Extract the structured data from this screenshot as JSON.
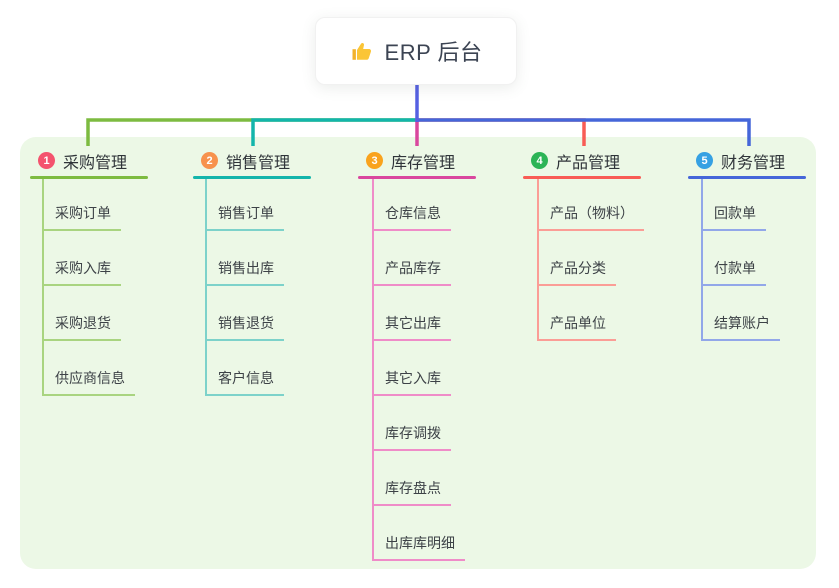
{
  "root": {
    "title": "ERP 后台",
    "icon": "thumbs-up-icon",
    "stem_color": "#5560E2"
  },
  "canvas": {
    "background": "#FFFFFF",
    "panel_color": "#ECF8E6"
  },
  "branches": [
    {
      "number": "1",
      "title": "采购管理",
      "badge_color": "#F4536E",
      "line_color": "#7DBB40",
      "sub_line_color": "#A9D480",
      "items": [
        "采购订单",
        "采购入库",
        "采购退货",
        "供应商信息"
      ]
    },
    {
      "number": "2",
      "title": "销售管理",
      "badge_color": "#F7924D",
      "line_color": "#13B5AB",
      "sub_line_color": "#7DD2CA",
      "items": [
        "销售订单",
        "销售出库",
        "销售退货",
        "客户信息"
      ]
    },
    {
      "number": "3",
      "title": "库存管理",
      "badge_color": "#F9A31D",
      "line_color": "#D9479E",
      "sub_line_color": "#EF8CC8",
      "items": [
        "仓库信息",
        "产品库存",
        "其它出库",
        "其它入库",
        "库存调拨",
        "库存盘点",
        "出库库明细"
      ]
    },
    {
      "number": "4",
      "title": "产品管理",
      "badge_color": "#2CB456",
      "line_color": "#F85C55",
      "sub_line_color": "#FB9D96",
      "items": [
        "产品（物料）",
        "产品分类",
        "产品单位"
      ]
    },
    {
      "number": "5",
      "title": "财务管理",
      "badge_color": "#36A1E3",
      "line_color": "#4566D9",
      "sub_line_color": "#92A7E9",
      "items": [
        "回款单",
        "付款单",
        "结算账户"
      ]
    }
  ]
}
